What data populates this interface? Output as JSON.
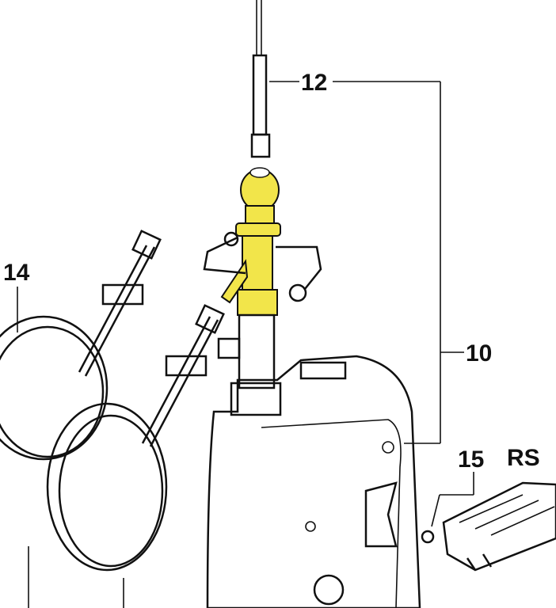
{
  "diagram": {
    "labels": {
      "part_12": "12",
      "part_14": "14",
      "part_10": "10",
      "part_15": "15",
      "rs": "RS"
    },
    "highlight_color": "#f2e54a"
  }
}
